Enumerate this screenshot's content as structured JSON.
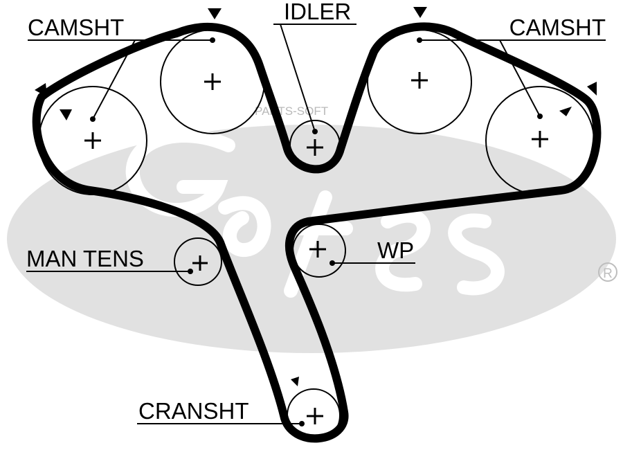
{
  "labels": {
    "camsht_left": "CAMSHT",
    "idler": "IDLER",
    "camsht_right": "CAMSHT",
    "man_tens": "MAN TENS",
    "wp": "WP",
    "cransht": "CRANSHT"
  },
  "watermark": "PARTS-SOFT",
  "registered_mark": "®",
  "logo": {
    "brand": "Gates",
    "color": "#e1e1e1"
  },
  "colors": {
    "belt": "#000000",
    "background": "#ffffff"
  }
}
